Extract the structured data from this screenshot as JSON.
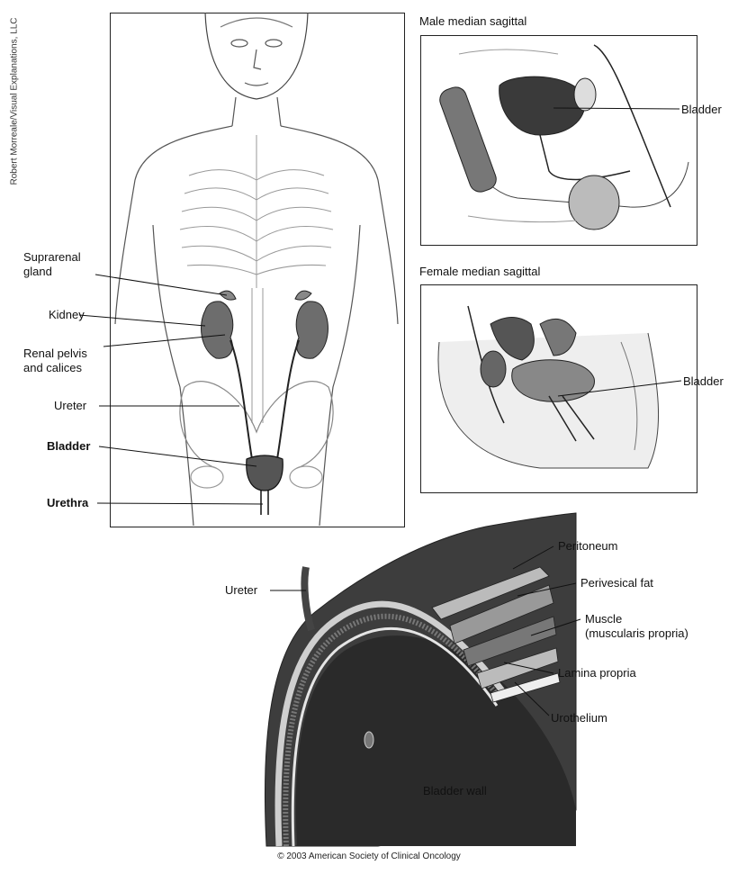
{
  "credit": "Robert Morreale/Visual Explanations, LLC",
  "copyright": "© 2003 American Society of Clinical Oncology",
  "panels": {
    "male_title": "Male median sagittal",
    "female_title": "Female median sagittal"
  },
  "body_labels": {
    "suprarenal": "Suprarenal\ngland",
    "kidney": "Kidney",
    "renal": "Renal pelvis\nand calices",
    "ureter": "Ureter",
    "bladder": "Bladder",
    "urethra": "Urethra"
  },
  "male_bladder": "Bladder",
  "female_bladder": "Bladder",
  "wall_labels": {
    "ureter": "Ureter",
    "peritoneum": "Peritoneum",
    "perivesical": "Perivesical fat",
    "muscle": "Muscle\n(muscularis propria)",
    "lamina": "Lamina propria",
    "urothelium": "Urothelium",
    "title": "Bladder wall"
  }
}
